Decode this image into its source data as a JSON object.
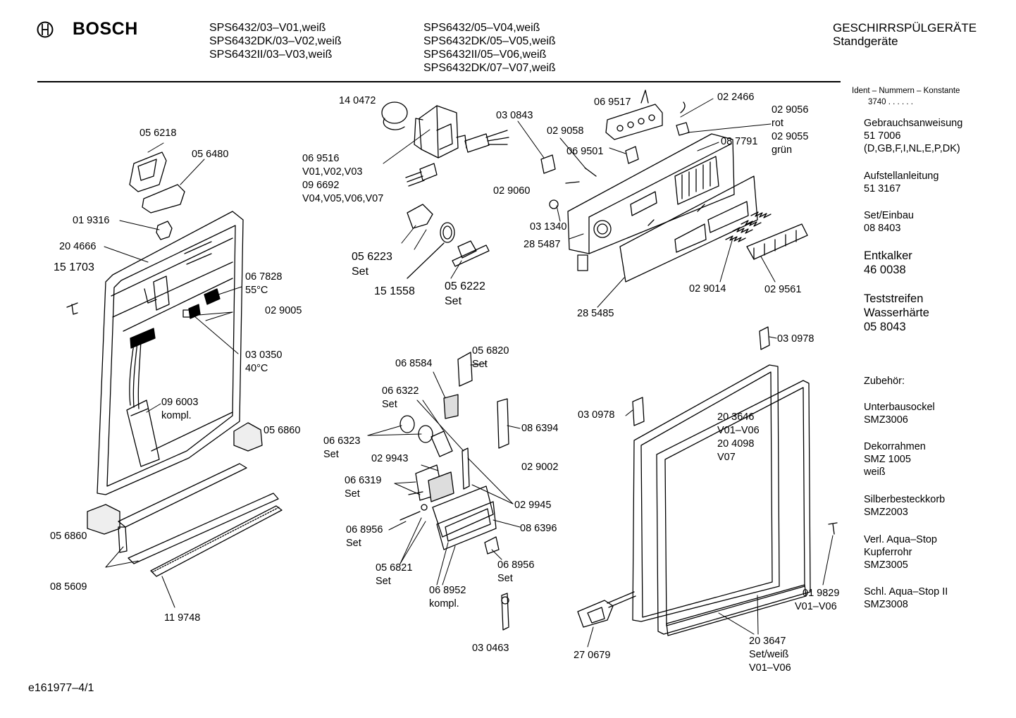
{
  "header": {
    "brand": "BOSCH",
    "models_col1": [
      "SPS6432/03–V01,weiß",
      "SPS6432DK/03–V02,weiß",
      "SPS6432II/03–V03,weiß"
    ],
    "models_col2": [
      "SPS6432/05–V04,weiß",
      "SPS6432DK/05–V05,weiß",
      "SPS6432II/05–V06,weiß",
      "SPS6432DK/07–V07,weiß"
    ],
    "category": "GESCHIRRSPÜLGERÄTE",
    "subcategory": "Standgeräte"
  },
  "sidebar": {
    "ident_title": "Ident – Nummern – Konstante",
    "ident_value": "3740 . . . . . .",
    "blocks": [
      {
        "lines": [
          "Gebrauchsanweisung",
          "51 7006",
          "(D,GB,F,I,NL,E,P,DK)"
        ]
      },
      {
        "lines": [
          "Aufstellanleitung",
          "51 3167"
        ]
      },
      {
        "lines": [
          "Set/Einbau",
          "08 8403"
        ]
      },
      {
        "lines": [
          "Entkalker",
          "46 0038"
        ]
      },
      {
        "lines": [
          "Teststreifen",
          "Wasserhärte",
          "05 8043"
        ]
      },
      {
        "lines": [
          "Zubehör:"
        ]
      },
      {
        "lines": [
          "Unterbausockel",
          "SMZ3006"
        ]
      },
      {
        "lines": [
          "Dekorrahmen",
          "SMZ 1005",
          "weiß"
        ]
      },
      {
        "lines": [
          "Silberbesteckkorb",
          "SMZ2003"
        ]
      },
      {
        "lines": [
          "Verl. Aqua–Stop",
          "Kupferrohr",
          "SMZ3005"
        ]
      },
      {
        "lines": [
          "Schl. Aqua–Stop II",
          "SMZ3008"
        ]
      }
    ]
  },
  "labels": {
    "l1": "14 0472",
    "l2": "05 6218",
    "l3": "05 6480",
    "l4": "06 9516",
    "l5": "V01,V02,V03",
    "l6": "09 6692",
    "l7": "V04,V05,V06,V07",
    "l8": "01 9316",
    "l9": "20 4666",
    "l10": "15 1703",
    "l11": "06 7828",
    "l12": "55°C",
    "l13": "02 9005",
    "l14": "03 0350",
    "l15": "40°C",
    "l16": "09 6003",
    "l17": "kompl.",
    "l18": "05 6860",
    "l19": "05 6860",
    "l20": "08 5609",
    "l21": "11 9748",
    "l22": "05 6223",
    "l23": "Set",
    "l24": "15 1558",
    "l25": "05 6222",
    "l26": "Set",
    "l27": "03 0843",
    "l28": "06 9517",
    "l29": "02 2466",
    "l30": "02 9058",
    "l31": "02 9056",
    "l32": "rot",
    "l33": "02 9055",
    "l34": "grün",
    "l35": "06 9501",
    "l36": "08 7791",
    "l37": "02 9060",
    "l38": "03 1340",
    "l39": "28 5487",
    "l40": "02 9014",
    "l41": "02 9561",
    "l42": "28 5485",
    "l43": "03 0978",
    "l44": "06 8584",
    "l45": "05 6820",
    "l46": "Set",
    "l47": "06 6322",
    "l48": "Set",
    "l49": "08 6394",
    "l50": "06 6323",
    "l51": "Set",
    "l52": "02 9943",
    "l53": "02 9002",
    "l54": "06 6319",
    "l55": "Set",
    "l56": "02 9945",
    "l57": "06 8956",
    "l58": "Set",
    "l59": "08 6396",
    "l60": "05 6821",
    "l61": "Set",
    "l62": "06 8952",
    "l63": "kompl.",
    "l64": "06 8956",
    "l65": "Set",
    "l66": "03 0463",
    "l67": "03 0978",
    "l68": "20 3646",
    "l69": "V01–V06",
    "l70": "20 4098",
    "l71": "V07",
    "l72": "01 9829",
    "l73": "V01–V06",
    "l74": "27 0679",
    "l75": "20 3647",
    "l76": "Set/weiß",
    "l77": "V01–V06"
  },
  "footer": {
    "drawing_id": "e161977–4/1"
  }
}
